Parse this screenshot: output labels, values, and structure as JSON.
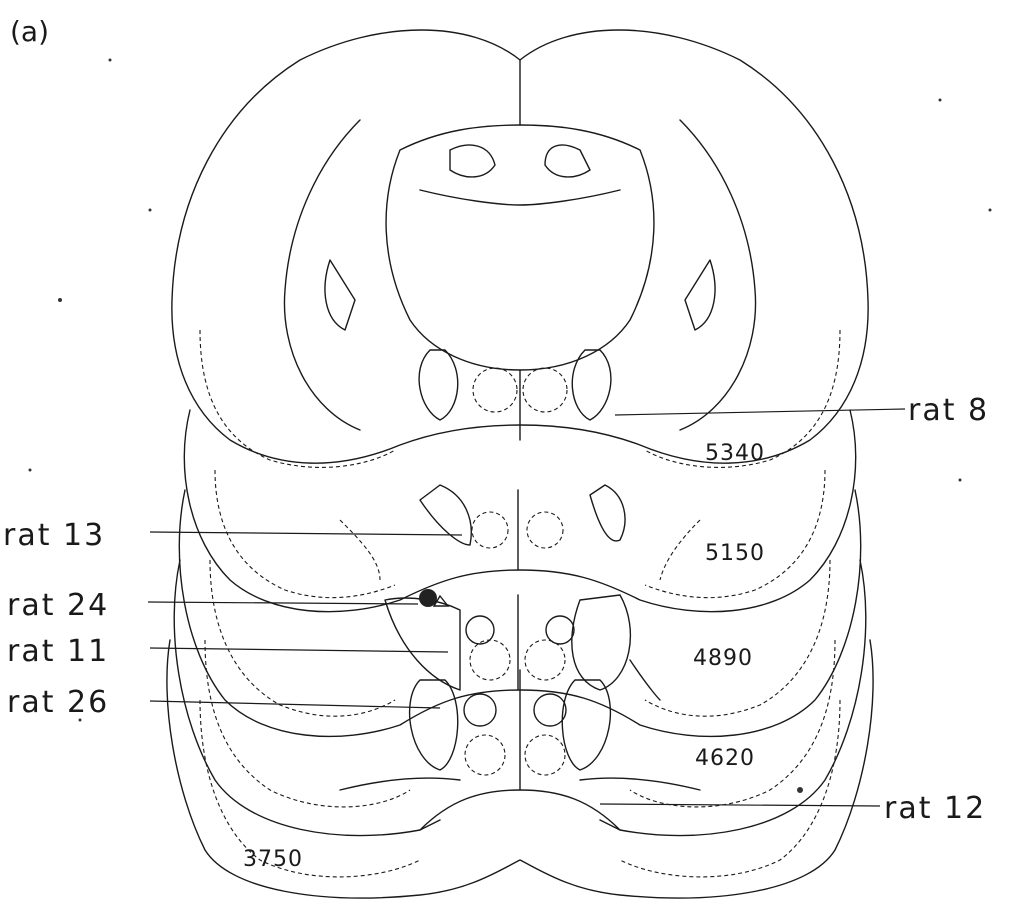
{
  "panel_label": "(a)",
  "section_labels": {
    "s5340": "5340",
    "s5150": "5150",
    "s4890": "4890",
    "s4620": "4620",
    "s3750": "3750"
  },
  "rat_labels": {
    "rat8": "rat 8",
    "rat13": "rat 13",
    "rat24": "rat 24",
    "rat11": "rat 11",
    "rat26": "rat 26",
    "rat12": "rat 12"
  }
}
